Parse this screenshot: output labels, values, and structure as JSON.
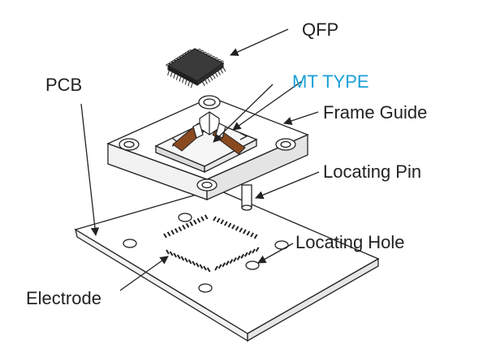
{
  "labels": {
    "qfp": "QFP",
    "pcb": "PCB",
    "mt_type": "MT TYPE",
    "frame_guide": "Frame Guide",
    "locating_pin": "Locating Pin",
    "locating_hole": "Locating Hole",
    "electrode": "Electrode"
  },
  "colors": {
    "line": "#222222",
    "accent": "#1aa0d8",
    "contact": "#8a4a1f",
    "chip": "#3a3a3a"
  }
}
